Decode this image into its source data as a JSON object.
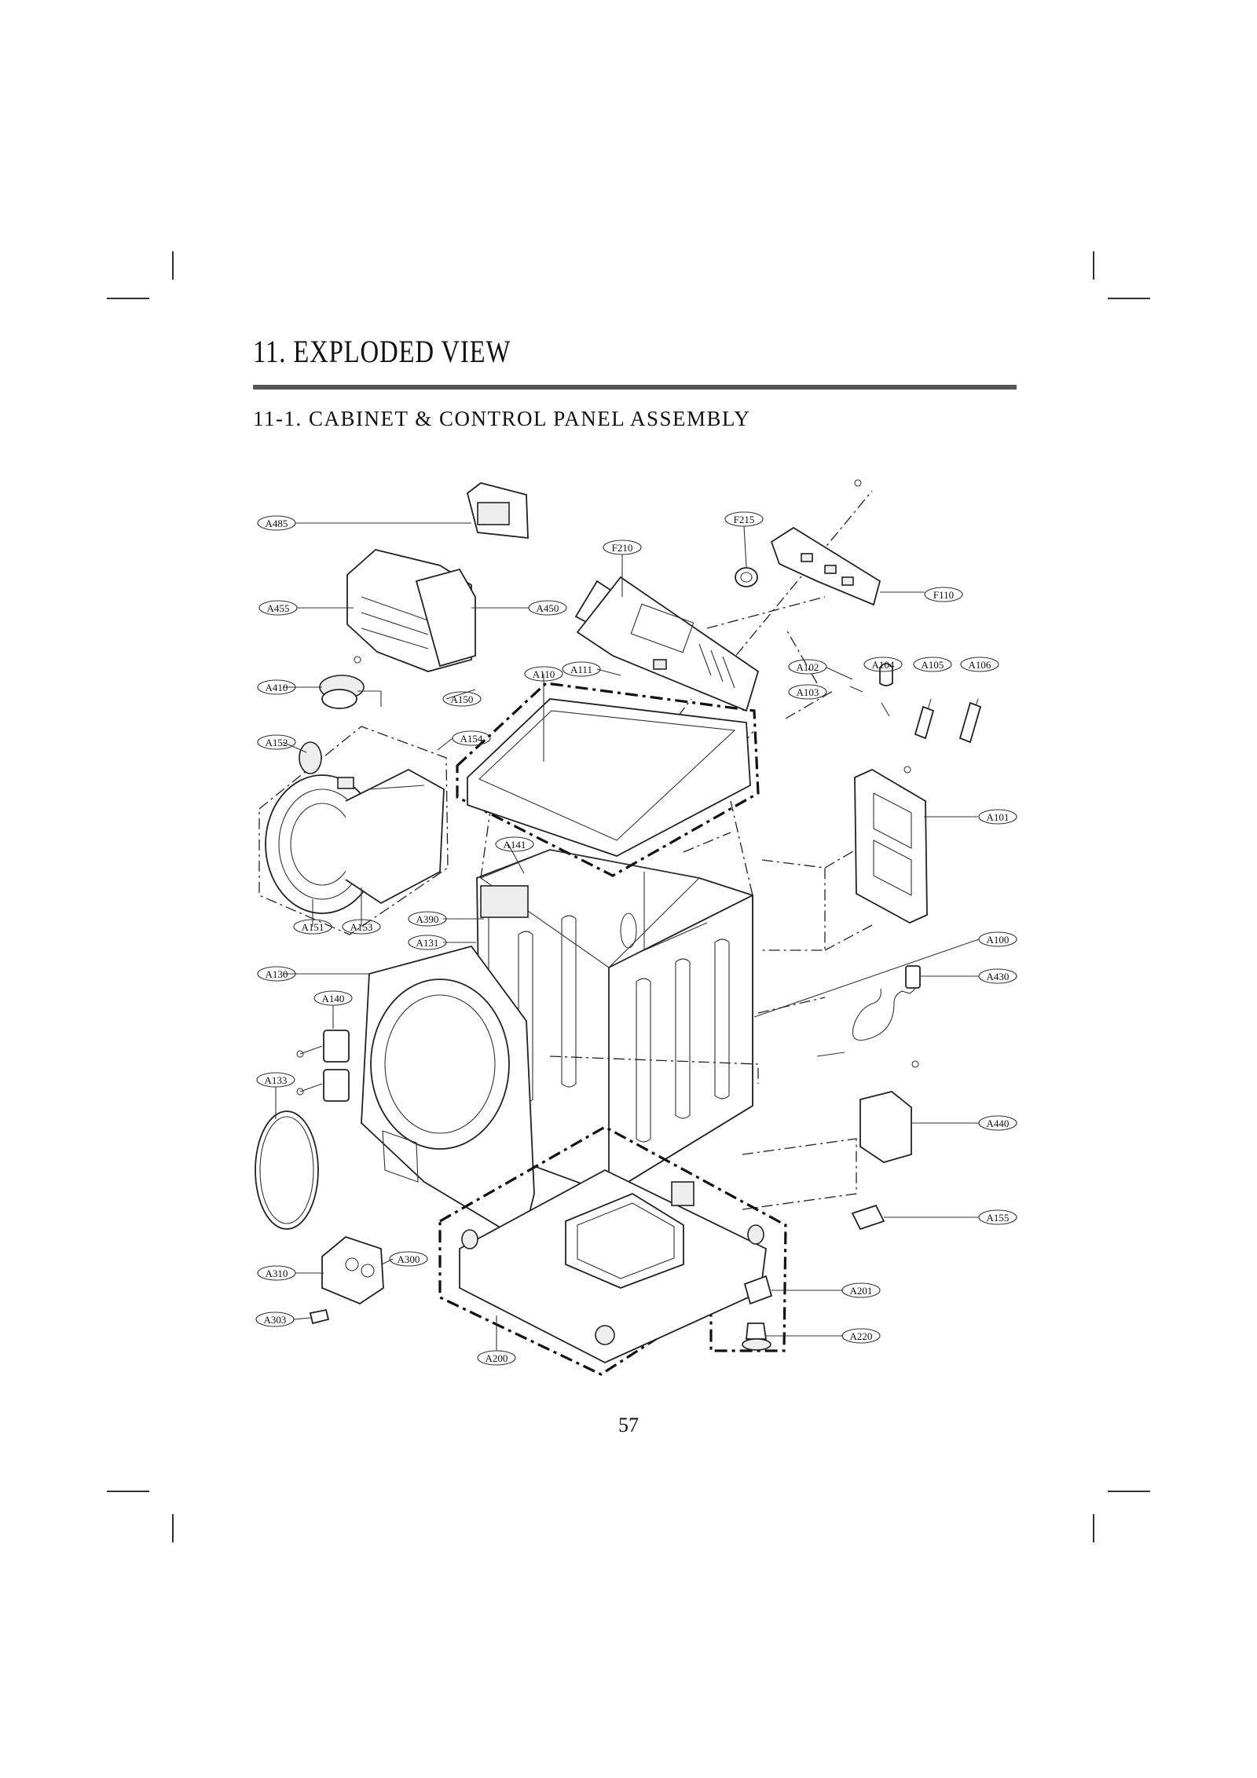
{
  "page": {
    "title": "11.  EXPLODED VIEW",
    "subtitle": "11-1.  CABINET & CONTROL PANEL ASSEMBLY",
    "page_number": "57"
  },
  "colors": {
    "ink": "#222222",
    "rule": "#555555",
    "background": "#ffffff"
  },
  "labels": [
    "A485",
    "A455",
    "A450",
    "F215",
    "F210",
    "F110",
    "A410",
    "A111",
    "A110",
    "A102",
    "A104",
    "A105",
    "A106",
    "A103",
    "A150",
    "A152",
    "A154",
    "A101",
    "A141",
    "A390",
    "A151",
    "A153",
    "A131",
    "A100",
    "A130",
    "A430",
    "A140",
    "A133",
    "A440",
    "A155",
    "A300",
    "A310",
    "A201",
    "A303",
    "A220",
    "A200"
  ]
}
